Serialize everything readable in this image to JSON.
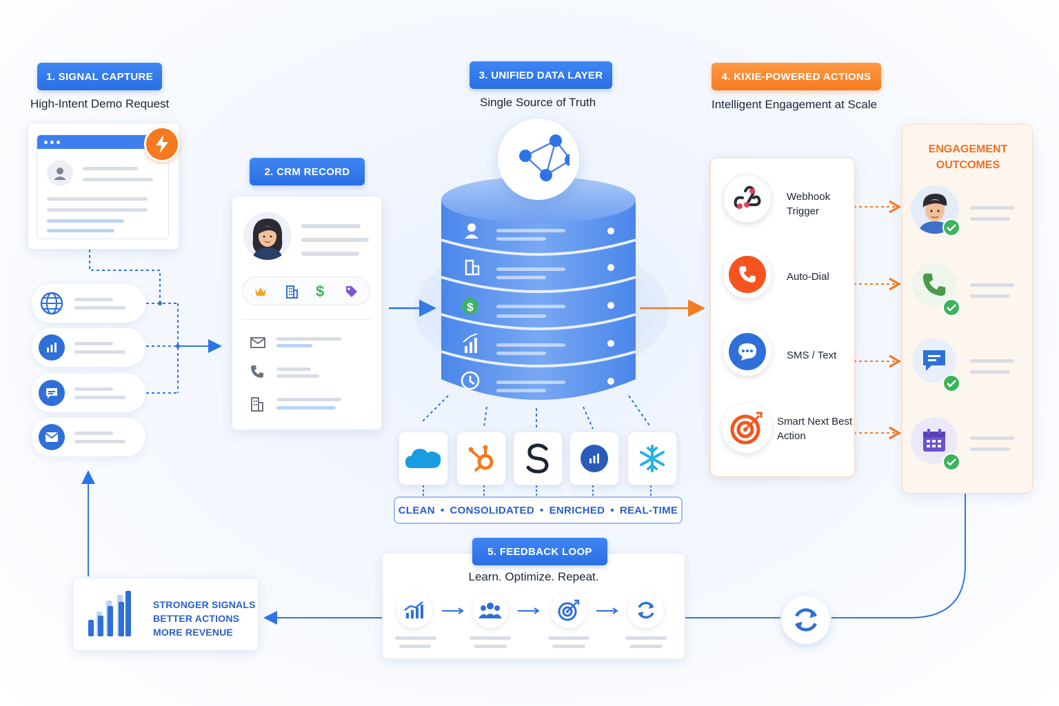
{
  "steps": {
    "signal_capture": {
      "label": "1. SIGNAL CAPTURE",
      "subtitle": "High-Intent Demo Request"
    },
    "crm_record": {
      "label": "2. CRM RECORD"
    },
    "unified_data": {
      "label": "3. UNIFIED DATA LAYER",
      "subtitle": "Single Source of Truth"
    },
    "actions": {
      "label": "4. KIXIE-POWERED ACTIONS",
      "subtitle": "Intelligent Engagement at Scale"
    },
    "feedback": {
      "label": "5. FEEDBACK LOOP",
      "subtitle": "Learn. Optimize. Repeat."
    }
  },
  "data_qualities": [
    "CLEAN",
    "CONSOLIDATED",
    "ENRICHED",
    "REAL-TIME"
  ],
  "actions": [
    {
      "label": "Webhook Trigger",
      "icon": "webhook-icon"
    },
    {
      "label": "Auto-Dial",
      "icon": "phone-icon"
    },
    {
      "label": "SMS / Text",
      "icon": "chat-icon"
    },
    {
      "label": "Smart Next Best Action",
      "icon": "target-icon"
    }
  ],
  "outcomes": {
    "title": "ENGAGEMENT OUTCOMES"
  },
  "results": [
    "STRONGER SIGNALS",
    "BETTER ACTIONS",
    "MORE REVENUE"
  ],
  "colors": {
    "primary_blue": "#2f74e6",
    "accent_orange": "#f57a20",
    "success_green": "#3cb55a"
  },
  "source_icons": [
    "globe-icon",
    "bar-chart-icon",
    "chat-icon",
    "mail-icon"
  ],
  "integration_logos": [
    "salesforce-logo-icon",
    "hubspot-logo-icon",
    "segment-logo-icon",
    "analytics-logo-icon",
    "snowflake-logo-icon"
  ]
}
